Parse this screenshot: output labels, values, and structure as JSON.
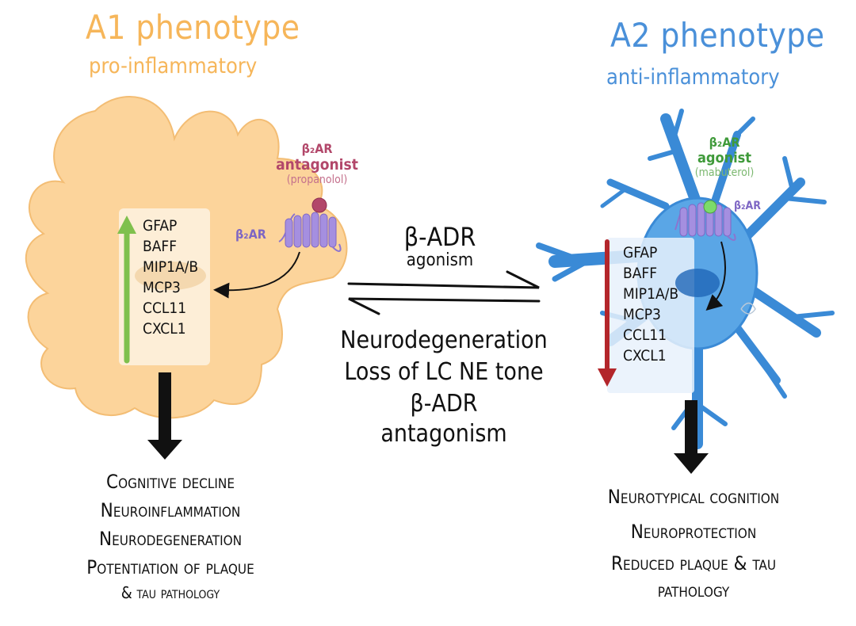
{
  "left": {
    "title": "A1 phenotype",
    "subtitle": "pro-inflammatory",
    "receptor_label": "β₂AR",
    "drug_line1": "β₂AR",
    "drug_line2": "antagonist",
    "drug_line3": "(propanolol)",
    "genes": [
      "GFAP",
      "BAFF",
      "MIP1A/B",
      "MCP3",
      "CCL11",
      "CXCL1"
    ],
    "outcomes": [
      "Cognitive decline",
      "Neuroinflammation",
      "Neurodegeneration",
      "Potentiation of plaque",
      "& tau pathology"
    ]
  },
  "right": {
    "title": "A2 phenotype",
    "subtitle": "anti-inflammatory",
    "receptor_label": "β₂AR",
    "drug_line1": "β₂AR",
    "drug_line2": "agonist",
    "drug_line3": "(mabuterol)",
    "genes": [
      "GFAP",
      "BAFF",
      "MIP1A/B",
      "MCP3",
      "CCL11",
      "CXCL1"
    ],
    "outcomes": [
      "Neurotypical cognition",
      "Neuroprotection",
      "Reduced plaque & tau",
      "pathology"
    ]
  },
  "center": {
    "top_line1": "β-ADR",
    "top_line2": "agonism",
    "bottom_line1": "Neurodegeneration",
    "bottom_line2": "Loss of LC NE tone",
    "bottom_line3": "β-ADR",
    "bottom_line4": "antagonism"
  },
  "colors": {
    "a1_cell": "#fcd49b",
    "a1_text": "#f6b65a",
    "a2_cell": "#5aa6e6",
    "a2_text": "#4a90d9",
    "receptor": "#a58fe0",
    "antagonist": "#b2476a",
    "agonist_label": "#3f9a3a",
    "agonist_ball": "#7cdc6a",
    "up_arrow": "#7fc04d",
    "down_arrow": "#b3262b"
  }
}
